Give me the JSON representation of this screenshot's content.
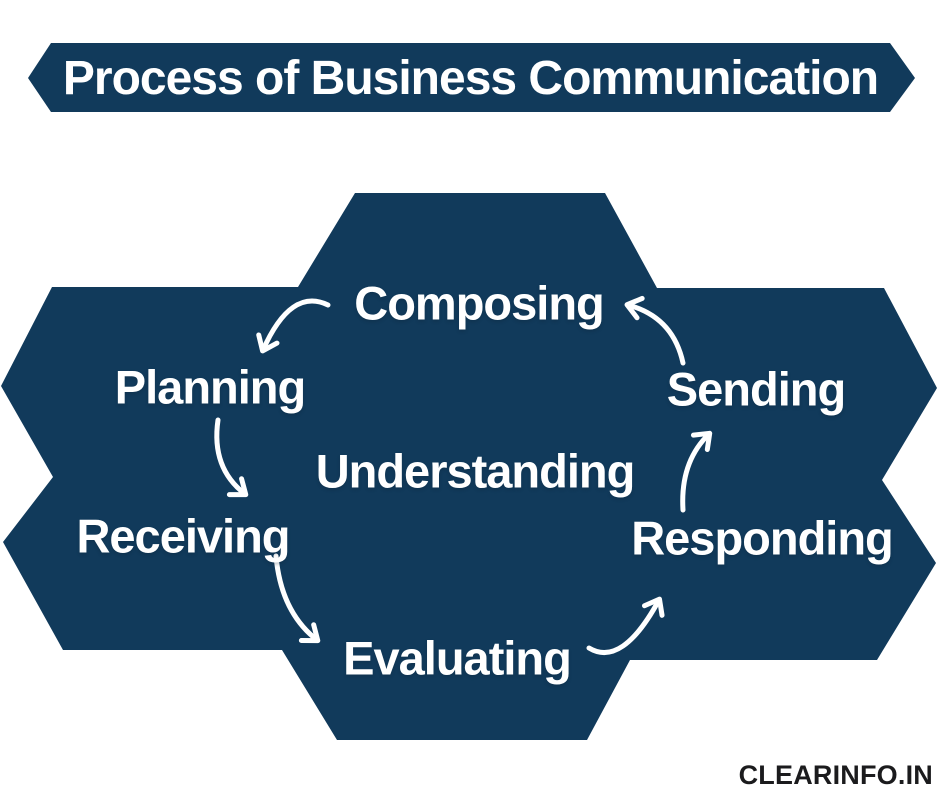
{
  "title": "Process of Business Communication",
  "watermark": "CLEARINFO.IN",
  "colors": {
    "navy": "#113a5b",
    "text_on_navy": "#ffffff",
    "watermark_text": "#1b1b1d",
    "background": "#ffffff"
  },
  "diagram": {
    "center_label": "Understanding",
    "nodes": [
      {
        "id": "composing",
        "label": "Composing"
      },
      {
        "id": "planning",
        "label": "Planning"
      },
      {
        "id": "receiving",
        "label": "Receiving"
      },
      {
        "id": "evaluating",
        "label": "Evaluating"
      },
      {
        "id": "responding",
        "label": "Responding"
      },
      {
        "id": "sending",
        "label": "Sending"
      }
    ],
    "flows": [
      {
        "from": "Composing",
        "to": "Planning"
      },
      {
        "from": "Planning",
        "to": "Receiving"
      },
      {
        "from": "Receiving",
        "to": "Evaluating"
      },
      {
        "from": "Evaluating",
        "to": "Responding"
      },
      {
        "from": "Responding",
        "to": "Sending"
      },
      {
        "from": "Sending",
        "to": "Composing"
      }
    ]
  }
}
